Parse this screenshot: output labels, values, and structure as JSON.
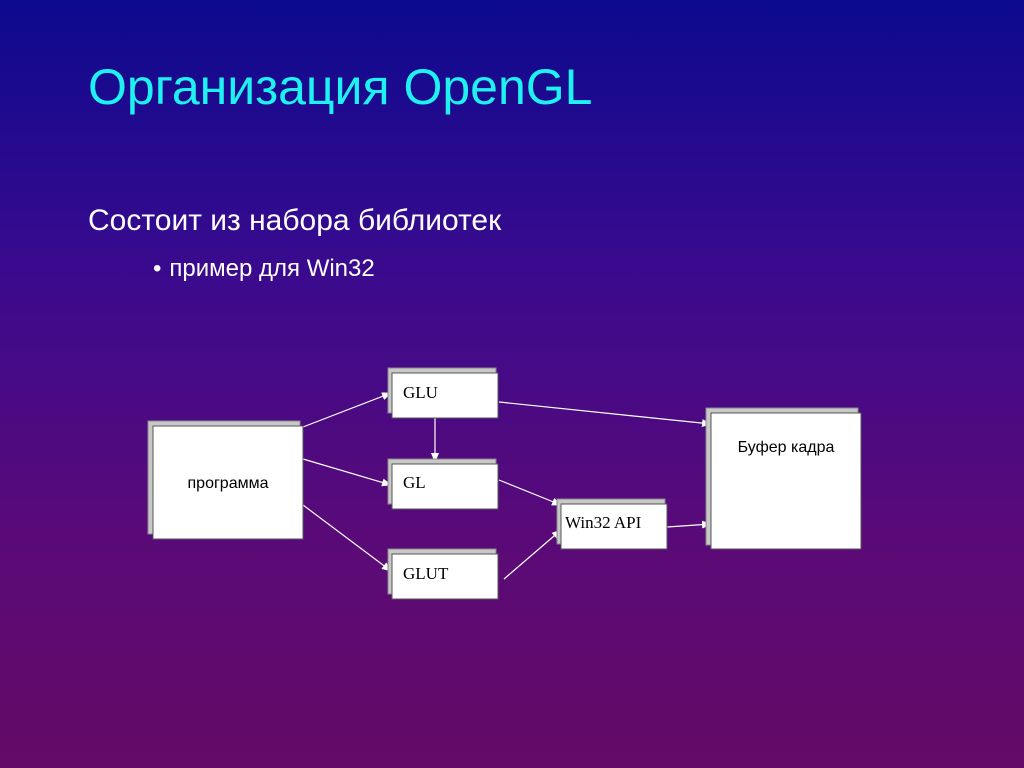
{
  "slide": {
    "title": "Организация OpenGL",
    "bullet": "Состоит из набора библиотек",
    "subbullet_marker": "•",
    "subbullet": "пример для Win32"
  },
  "diagram": {
    "nodes": {
      "program": "программа",
      "glu": "GLU",
      "gl": "GL",
      "glut": "GLUT",
      "win32api": "Win32 API",
      "framebuffer": "Буфер кадра"
    },
    "edges": [
      {
        "from": "program",
        "to": "glu"
      },
      {
        "from": "program",
        "to": "gl"
      },
      {
        "from": "program",
        "to": "glut"
      },
      {
        "from": "glu",
        "to": "gl"
      },
      {
        "from": "glu",
        "to": "framebuffer"
      },
      {
        "from": "gl",
        "to": "win32api"
      },
      {
        "from": "glut",
        "to": "win32api"
      },
      {
        "from": "win32api",
        "to": "framebuffer"
      }
    ]
  }
}
